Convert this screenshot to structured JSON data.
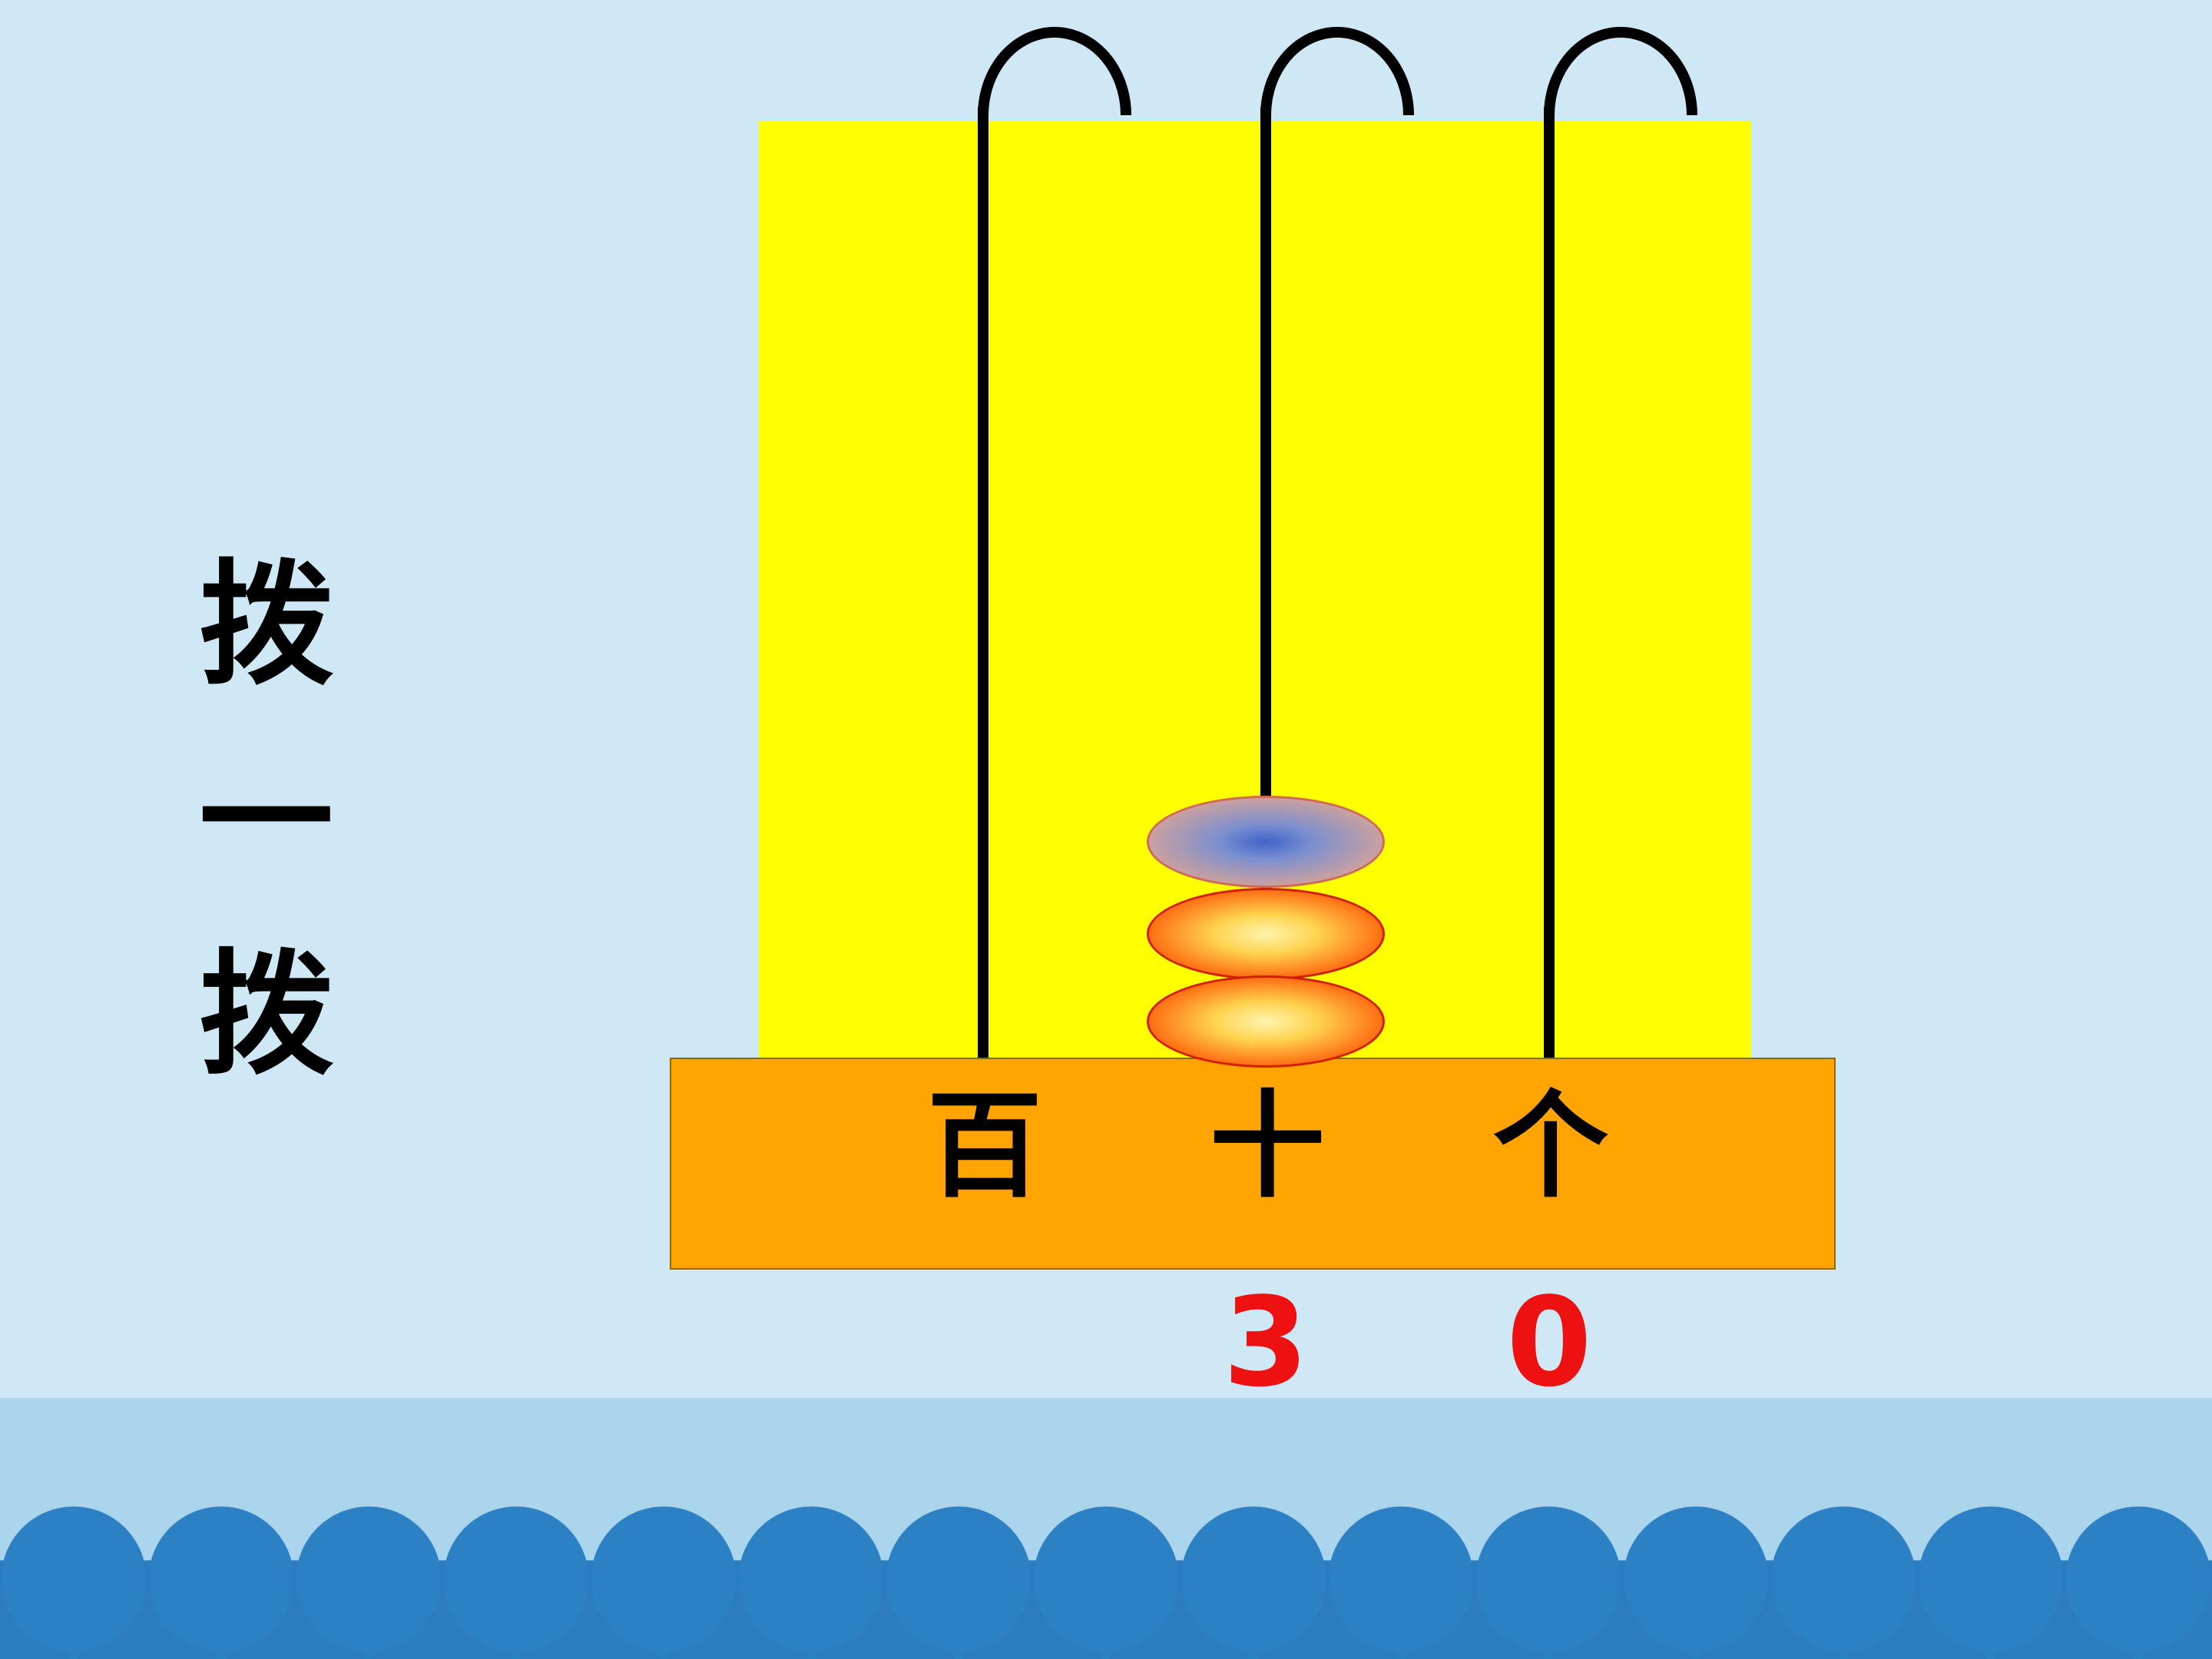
{
  "caption": {
    "text": "拨一拨"
  },
  "abacus": {
    "columns": [
      {
        "label": "百",
        "digit": "",
        "beads": []
      },
      {
        "label": "十",
        "digit": "3",
        "beads": [
          "orange",
          "orange",
          "blue"
        ]
      },
      {
        "label": "个",
        "digit": "0",
        "beads": []
      }
    ],
    "value_shown": "30"
  },
  "colors": {
    "background": "#cfe8f6",
    "lower_band": "#abd5ec",
    "wave_blue": "#2c80c4",
    "frame_yellow": "#ffff00",
    "base_orange": "#ffa400",
    "digit_red": "#ee1111",
    "bead_orange": "#ff7a1a",
    "bead_highlight_blue": "#3f63c8"
  }
}
